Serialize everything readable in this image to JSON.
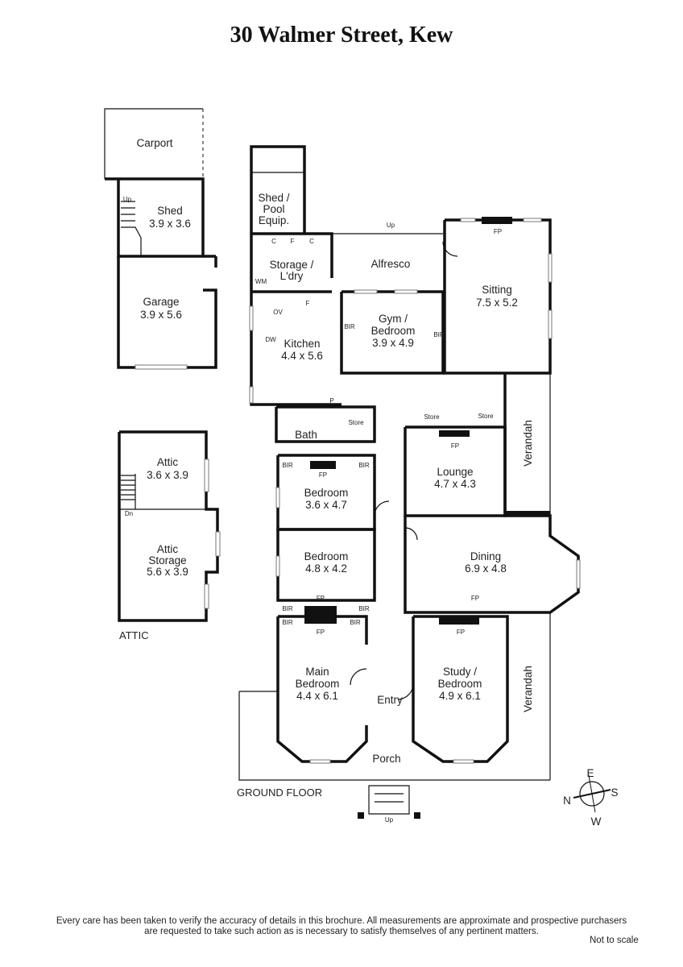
{
  "title": "30 Walmer Street, Kew",
  "rooms": {
    "carport": {
      "name": "Carport"
    },
    "shed": {
      "name": "Shed",
      "size": "3.9 x 3.6"
    },
    "garage": {
      "name": "Garage",
      "size": "3.9 x 5.6"
    },
    "attic": {
      "name": "Attic",
      "size": "3.6 x 3.9"
    },
    "attic_storage": {
      "name1": "Attic",
      "name2": "Storage",
      "size": "5.6 x 3.9"
    },
    "shed_pool": {
      "l1": "Shed /",
      "l2": "Pool",
      "l3": "Equip."
    },
    "storage_ldry": {
      "l1": "Storage /",
      "l2": "L'dry"
    },
    "alfresco": {
      "name": "Alfresco"
    },
    "sitting": {
      "name": "Sitting",
      "size": "7.5 x 5.2"
    },
    "gym": {
      "l1": "Gym /",
      "l2": "Bedroom",
      "size": "3.9 x 4.9"
    },
    "kitchen": {
      "name": "Kitchen",
      "size": "4.4 x 5.6"
    },
    "bath": {
      "name": "Bath"
    },
    "bedroom1": {
      "name": "Bedroom",
      "size": "3.6 x 4.7"
    },
    "bedroom2": {
      "name": "Bedroom",
      "size": "4.8 x 4.2"
    },
    "main_bedroom": {
      "l1": "Main",
      "l2": "Bedroom",
      "size": "4.4 x 6.1"
    },
    "lounge": {
      "name": "Lounge",
      "size": "4.7 x 4.3"
    },
    "dining": {
      "name": "Dining",
      "size": "6.9 x 4.8"
    },
    "study": {
      "l1": "Study /",
      "l2": "Bedroom",
      "size": "4.9 x 6.1"
    },
    "entry": {
      "name": "Entry"
    },
    "porch": {
      "name": "Porch"
    },
    "verandah": {
      "name": "Verandah"
    }
  },
  "fixtures": {
    "up": "Up",
    "dn": "Dn",
    "fp": "FP",
    "bir": "BIR",
    "store": "Store",
    "c": "C",
    "f": "F",
    "p": "P",
    "wm": "WM",
    "ov": "OV",
    "dw": "DW"
  },
  "floor_labels": {
    "ground": "GROUND FLOOR",
    "attic": "ATTIC"
  },
  "compass": {
    "n": "N",
    "e": "E",
    "s": "S",
    "w": "W"
  },
  "disclaimer": {
    "line1": "Every care has been taken to verify the accuracy of details in this brochure.  All measurements are approximate and prospective purchasers",
    "line2": "are requested to take such action as is necessary to satisfy themselves of any pertinent matters."
  },
  "scale_note": "Not to scale"
}
